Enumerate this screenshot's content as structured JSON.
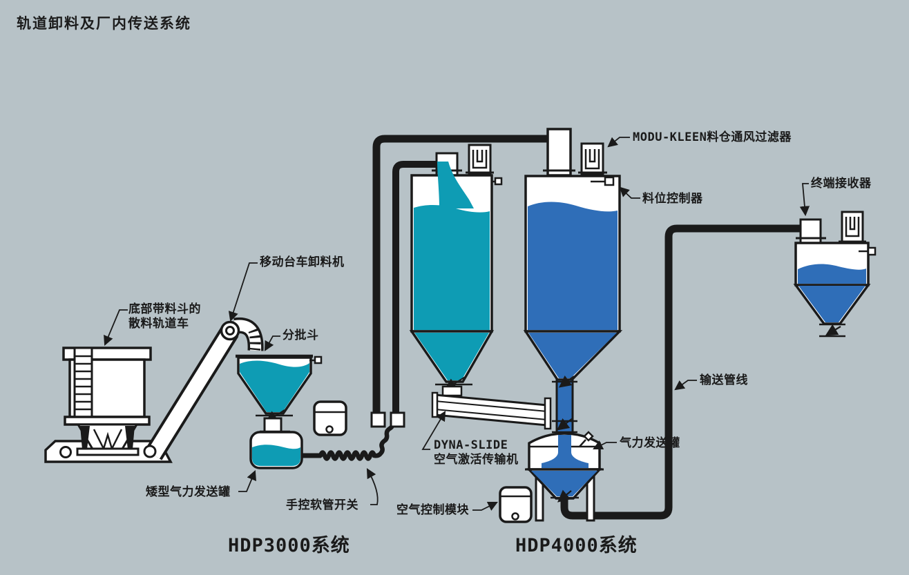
{
  "title": "轨道卸料及厂内传送系统",
  "colors": {
    "background": "#b7c2c7",
    "teal_material": "#0e9cb4",
    "blue_material": "#2f6eb8",
    "line": "#1a1a1a",
    "equipment_fill": "#ffffff"
  },
  "labels": {
    "modu_kleen_filter": "MODU-KLEEN料仓通风过滤器",
    "level_controller": "料位控制器",
    "terminal_receiver": "终端接收器",
    "mobile_cart_unloader": "移动台车卸料机",
    "railcar_line1": "底部带料斗的",
    "railcar_line2": "散料轨道车",
    "batch_hopper": "分批斗",
    "conveying_line": "输送管线",
    "dyna_slide_line1": "DYNA-SLIDE",
    "dyna_slide_line2": "空气激活传输机",
    "pneumatic_transmitter": "气力发送罐",
    "short_pneumatic_transmitter": "矮型气力发送罐",
    "manual_hose_switch": "手控软管开关",
    "air_control_module": "空气控制模块",
    "system_left": "HDP3000系统",
    "system_right": "HDP4000系统"
  }
}
